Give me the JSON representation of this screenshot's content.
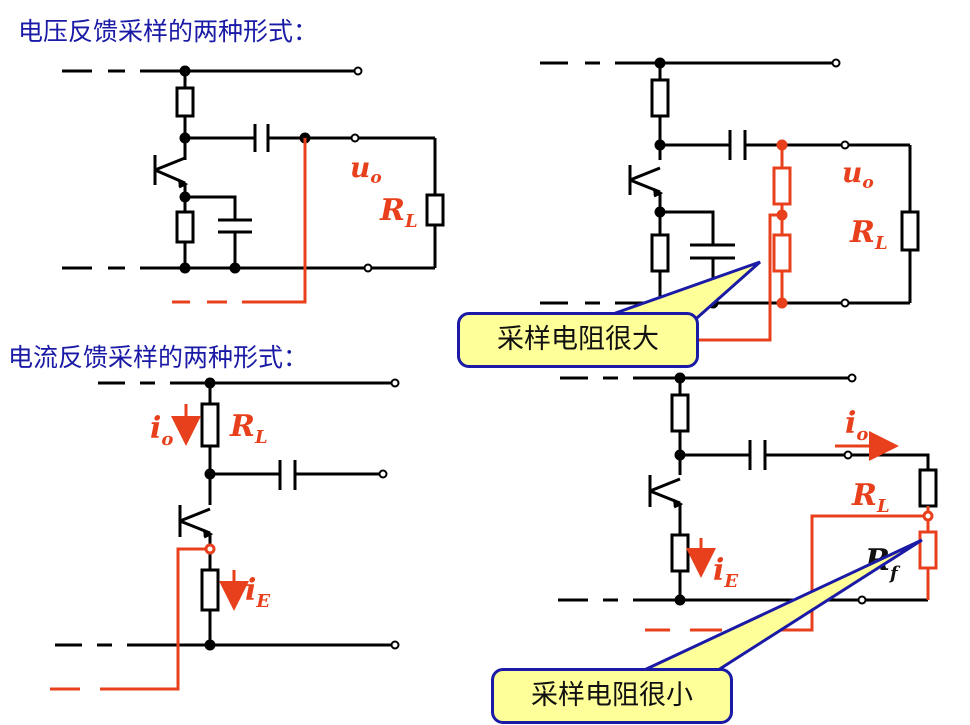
{
  "headings": {
    "voltage_sampling": "电压反馈采样的两种形式：",
    "current_sampling": "电流反馈采样的两种形式："
  },
  "callouts": {
    "large_resistor": "采样电阻很大",
    "small_resistor": "采样电阻很小"
  },
  "labels": {
    "uo": "u",
    "uo_sub": "o",
    "RL": "R",
    "RL_sub": "L",
    "io": "i",
    "io_sub": "o",
    "iE": "i",
    "iE_sub": "E",
    "Rf": "R",
    "Rf_sub": "f"
  },
  "colors": {
    "wire": "#000000",
    "feedback": "#e8401c",
    "heading": "#1a1aa6",
    "callout_fill": "#ffff99",
    "callout_border": "#1a1aa6"
  }
}
